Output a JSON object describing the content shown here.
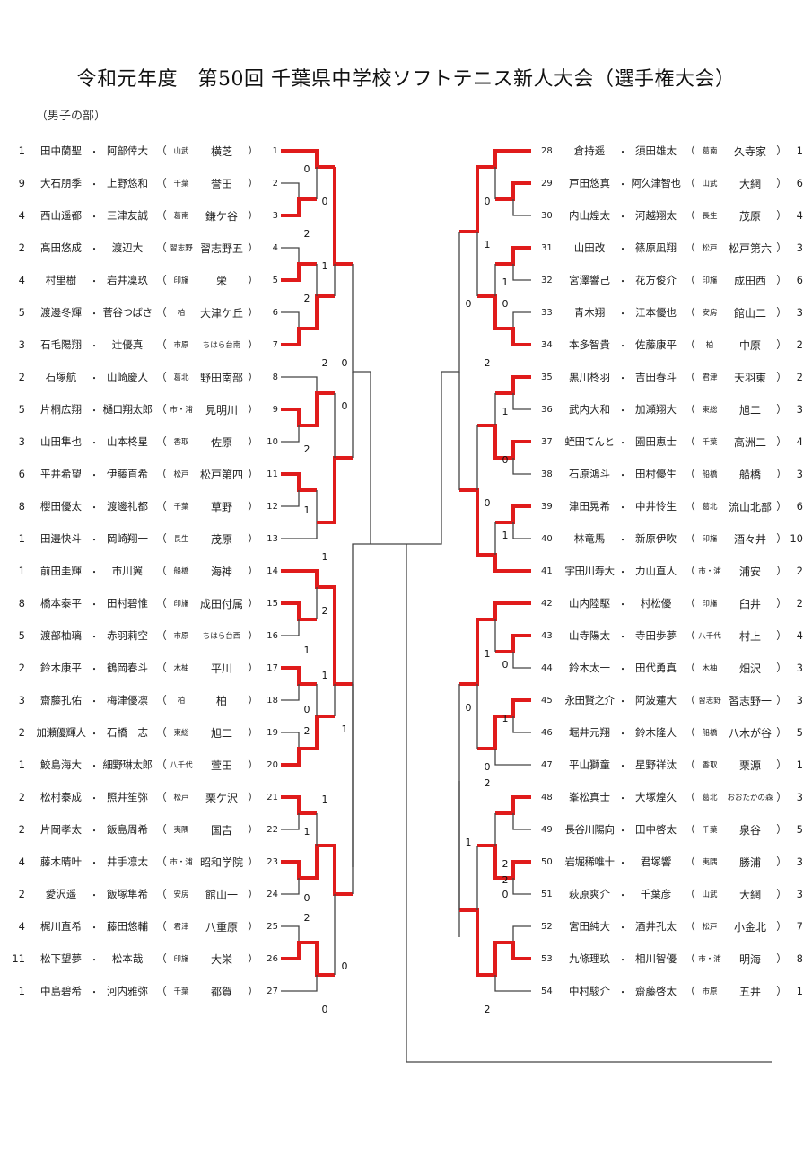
{
  "header": {
    "title": "令和元年度　第50回 千葉県中学校ソフトテニス新人大会（選手権大会）",
    "division": "（男子の部）"
  },
  "colors": {
    "winner_line": "#e01b1b",
    "line": "#444444"
  },
  "left_entries": [
    {
      "no": "1",
      "seed": "1",
      "p1": "田中蘭聖",
      "p2": "阿部倖大",
      "pref": "山武",
      "school": "横芝"
    },
    {
      "no": "2",
      "seed": "9",
      "p1": "大石朋季",
      "p2": "上野悠和",
      "pref": "千葉",
      "school": "誉田"
    },
    {
      "no": "3",
      "seed": "4",
      "p1": "西山遥都",
      "p2": "三津友誠",
      "pref": "葛南",
      "school": "鎌ケ谷"
    },
    {
      "no": "4",
      "seed": "2",
      "p1": "髙田悠成",
      "p2": "渡辺大",
      "pref": "習志野",
      "school": "習志野五"
    },
    {
      "no": "5",
      "seed": "4",
      "p1": "村里樹",
      "p2": "岩井凜玖",
      "pref": "印旛",
      "school": "栄"
    },
    {
      "no": "6",
      "seed": "5",
      "p1": "渡邊冬輝",
      "p2": "菅谷つばさ",
      "pref": "柏",
      "school": "大津ケ丘"
    },
    {
      "no": "7",
      "seed": "3",
      "p1": "石毛陽翔",
      "p2": "辻優真",
      "pref": "市原",
      "school": "ちはら台南"
    },
    {
      "no": "8",
      "seed": "2",
      "p1": "石塚航",
      "p2": "山崎慶人",
      "pref": "葛北",
      "school": "野田南部"
    },
    {
      "no": "9",
      "seed": "5",
      "p1": "片桐広翔",
      "p2": "樋口翔太郎",
      "pref": "市・浦",
      "school": "見明川"
    },
    {
      "no": "10",
      "seed": "3",
      "p1": "山田隼也",
      "p2": "山本柊星",
      "pref": "香取",
      "school": "佐原"
    },
    {
      "no": "11",
      "seed": "6",
      "p1": "平井希望",
      "p2": "伊藤直希",
      "pref": "松戸",
      "school": "松戸第四"
    },
    {
      "no": "12",
      "seed": "8",
      "p1": "櫻田優太",
      "p2": "渡邊礼都",
      "pref": "千葉",
      "school": "草野"
    },
    {
      "no": "13",
      "seed": "1",
      "p1": "田邉快斗",
      "p2": "岡崎翔一",
      "pref": "長生",
      "school": "茂原"
    },
    {
      "no": "14",
      "seed": "1",
      "p1": "前田圭輝",
      "p2": "市川翼",
      "pref": "船橋",
      "school": "海神"
    },
    {
      "no": "15",
      "seed": "8",
      "p1": "橋本泰平",
      "p2": "田村碧惟",
      "pref": "印旛",
      "school": "成田付属"
    },
    {
      "no": "16",
      "seed": "5",
      "p1": "渡部柚璃",
      "p2": "赤羽莉空",
      "pref": "市原",
      "school": "ちはら台西"
    },
    {
      "no": "17",
      "seed": "2",
      "p1": "鈴木康平",
      "p2": "鶴岡春斗",
      "pref": "木柚",
      "school": "平川"
    },
    {
      "no": "18",
      "seed": "3",
      "p1": "齋藤孔佑",
      "p2": "梅津優凛",
      "pref": "柏",
      "school": "柏"
    },
    {
      "no": "19",
      "seed": "2",
      "p1": "加瀬優輝人",
      "p2": "石橋一志",
      "pref": "東総",
      "school": "旭二"
    },
    {
      "no": "20",
      "seed": "1",
      "p1": "鮫島海大",
      "p2": "細野琳太郎",
      "pref": "八千代",
      "school": "萱田"
    },
    {
      "no": "21",
      "seed": "2",
      "p1": "松村泰成",
      "p2": "照井笙弥",
      "pref": "松戸",
      "school": "栗ケ沢"
    },
    {
      "no": "22",
      "seed": "2",
      "p1": "片岡孝太",
      "p2": "飯島周希",
      "pref": "夷隅",
      "school": "国吉"
    },
    {
      "no": "23",
      "seed": "4",
      "p1": "藤木晴叶",
      "p2": "井手凛太",
      "pref": "市・浦",
      "school": "昭和学院"
    },
    {
      "no": "24",
      "seed": "2",
      "p1": "愛沢遥",
      "p2": "飯塚隼希",
      "pref": "安房",
      "school": "館山一"
    },
    {
      "no": "25",
      "seed": "4",
      "p1": "梶川直希",
      "p2": "藤田悠輔",
      "pref": "君津",
      "school": "八重原"
    },
    {
      "no": "26",
      "seed": "11",
      "p1": "松下望夢",
      "p2": "松本哉",
      "pref": "印旛",
      "school": "大栄"
    },
    {
      "no": "27",
      "seed": "1",
      "p1": "中島碧希",
      "p2": "河内雅弥",
      "pref": "千葉",
      "school": "都賀"
    }
  ],
  "right_entries": [
    {
      "no": "28",
      "seed": "1",
      "p1": "倉持遥",
      "p2": "須田雄太",
      "pref": "葛南",
      "school": "久寺家"
    },
    {
      "no": "29",
      "seed": "6",
      "p1": "戸田悠真",
      "p2": "阿久津智也",
      "pref": "山武",
      "school": "大網"
    },
    {
      "no": "30",
      "seed": "4",
      "p1": "内山煌太",
      "p2": "河越翔太",
      "pref": "長生",
      "school": "茂原"
    },
    {
      "no": "31",
      "seed": "3",
      "p1": "山田改",
      "p2": "篠原凪翔",
      "pref": "松戸",
      "school": "松戸第六"
    },
    {
      "no": "32",
      "seed": "6",
      "p1": "宮澤響己",
      "p2": "花方俊介",
      "pref": "印旛",
      "school": "成田西"
    },
    {
      "no": "33",
      "seed": "3",
      "p1": "青木翔",
      "p2": "江本優也",
      "pref": "安房",
      "school": "館山二"
    },
    {
      "no": "34",
      "seed": "2",
      "p1": "本多智貴",
      "p2": "佐藤康平",
      "pref": "柏",
      "school": "中原"
    },
    {
      "no": "35",
      "seed": "2",
      "p1": "黒川柊羽",
      "p2": "吉田春斗",
      "pref": "君津",
      "school": "天羽東"
    },
    {
      "no": "36",
      "seed": "3",
      "p1": "武内大和",
      "p2": "加瀬翔大",
      "pref": "東総",
      "school": "旭二"
    },
    {
      "no": "37",
      "seed": "4",
      "p1": "蛭田てんと",
      "p2": "園田恵士",
      "pref": "千葉",
      "school": "高洲二"
    },
    {
      "no": "38",
      "seed": "3",
      "p1": "石原鴻斗",
      "p2": "田村優生",
      "pref": "船橋",
      "school": "船橋"
    },
    {
      "no": "39",
      "seed": "6",
      "p1": "津田晃希",
      "p2": "中井怜生",
      "pref": "葛北",
      "school": "流山北部"
    },
    {
      "no": "40",
      "seed": "10",
      "p1": "林竜馬",
      "p2": "新原伊吹",
      "pref": "印旛",
      "school": "酒々井"
    },
    {
      "no": "41",
      "seed": "2",
      "p1": "宇田川寿大",
      "p2": "力山直人",
      "pref": "市・浦",
      "school": "浦安"
    },
    {
      "no": "42",
      "seed": "2",
      "p1": "山内陸駆",
      "p2": "村松優",
      "pref": "印旛",
      "school": "臼井"
    },
    {
      "no": "43",
      "seed": "4",
      "p1": "山寺陽太",
      "p2": "寺田歩夢",
      "pref": "八千代",
      "school": "村上"
    },
    {
      "no": "44",
      "seed": "3",
      "p1": "鈴木太一",
      "p2": "田代勇真",
      "pref": "木柚",
      "school": "畑沢"
    },
    {
      "no": "45",
      "seed": "3",
      "p1": "永田賢之介",
      "p2": "阿波蓮大",
      "pref": "習志野",
      "school": "習志野一"
    },
    {
      "no": "46",
      "seed": "5",
      "p1": "堀井元翔",
      "p2": "鈴木隆人",
      "pref": "船橋",
      "school": "八木が谷"
    },
    {
      "no": "47",
      "seed": "1",
      "p1": "平山獅童",
      "p2": "星野祥汰",
      "pref": "香取",
      "school": "栗源"
    },
    {
      "no": "48",
      "seed": "3",
      "p1": "峯松真士",
      "p2": "大塚煌久",
      "pref": "葛北",
      "school": "おおたかの森"
    },
    {
      "no": "49",
      "seed": "5",
      "p1": "長谷川陽向",
      "p2": "田中啓太",
      "pref": "千葉",
      "school": "泉谷"
    },
    {
      "no": "50",
      "seed": "3",
      "p1": "岩堀稀唯十",
      "p2": "君塚響",
      "pref": "夷隅",
      "school": "勝浦"
    },
    {
      "no": "51",
      "seed": "3",
      "p1": "萩原爽介",
      "p2": "千葉彦",
      "pref": "山武",
      "school": "大網"
    },
    {
      "no": "52",
      "seed": "7",
      "p1": "宮田純大",
      "p2": "酒井孔太",
      "pref": "松戸",
      "school": "小金北"
    },
    {
      "no": "53",
      "seed": "8",
      "p1": "九條理玖",
      "p2": "相川智優",
      "pref": "市・浦",
      "school": "明海"
    },
    {
      "no": "54",
      "seed": "1",
      "p1": "中村駿介",
      "p2": "齋藤啓太",
      "pref": "市原",
      "school": "五井"
    }
  ],
  "bracket_scores": {
    "left": [
      [
        "0",
        "0"
      ],
      [
        "2",
        "2",
        "1"
      ],
      [
        "2",
        "2",
        "0"
      ],
      [
        "1",
        "1"
      ],
      [
        "2",
        "1"
      ],
      [
        "1",
        "0",
        "2",
        "1"
      ],
      [
        "1",
        "1",
        "0"
      ],
      [
        "2",
        "0",
        "0"
      ],
      [
        "0"
      ]
    ],
    "right": [
      [
        "0"
      ],
      [
        "1",
        "1",
        "0"
      ],
      [
        "0"
      ],
      [
        "2",
        "1",
        "0"
      ],
      [
        "0",
        "1"
      ],
      [
        "1",
        "0"
      ],
      [
        "0",
        "1",
        "0"
      ],
      [
        "2",
        "1",
        "2"
      ],
      [
        "2",
        "0"
      ],
      [
        "2"
      ]
    ]
  }
}
